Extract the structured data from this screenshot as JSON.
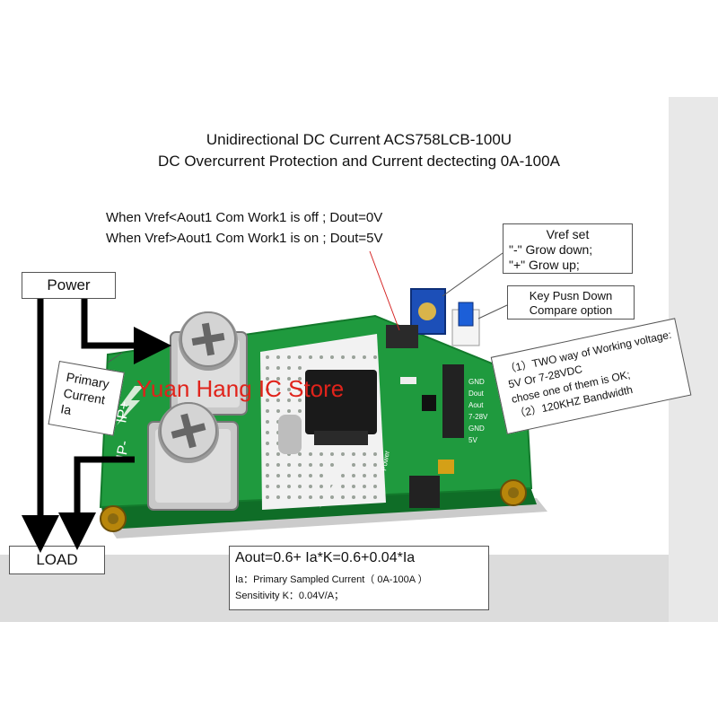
{
  "title": {
    "line1": "Unidirectional DC Current  ACS758LCB-100U",
    "line2": "DC Overcurrent Protection and Current dectecting  0A-100A"
  },
  "conditions": {
    "line1": "When Vref<Aout1   Com Work1 is off ; Dout=0V",
    "line2": "When Vref>Aout1   Com Work1 is on ; Dout=5V"
  },
  "vref_box": {
    "title": "Vref set",
    "line1": "\"-\" Grow down;",
    "line2": "\"+\" Grow up;"
  },
  "key_box": {
    "line1": "Key Pusn Down",
    "line2": "Compare option"
  },
  "power_label": "Power",
  "load_label": "LOAD",
  "primary_box": {
    "line1": "Primary",
    "line2": "Current",
    "line3": "Ia"
  },
  "watermark": "Yuan Hang IC Store",
  "voltage_box": {
    "line1": "（1）TWO way of Working voltage:",
    "line2": "5V Or 7-28VDC",
    "line3": "chose one of them is OK;",
    "line4": "（2）120KHZ Bandwidth"
  },
  "formula_box": {
    "formula": "Aout=0.6+ Ia*K=0.6+0.04*Ia",
    "line1": "Ia：Primary Sampled Current（ 0A-100A ）",
    "line2": "Sensitivity K：0.04V/A；"
  },
  "pin_labels": [
    "GND",
    "Dout",
    "Aout",
    "7-28V",
    "GND",
    "5V"
  ],
  "board_text": {
    "ip_plus": "IP+",
    "ip_minus": "IP-",
    "power": "Power"
  },
  "colors": {
    "pcb": "#1f9a3e",
    "pcb_dark": "#137a2c",
    "watermark": "#e0231b",
    "potentiometer": "#1c4fb8"
  }
}
